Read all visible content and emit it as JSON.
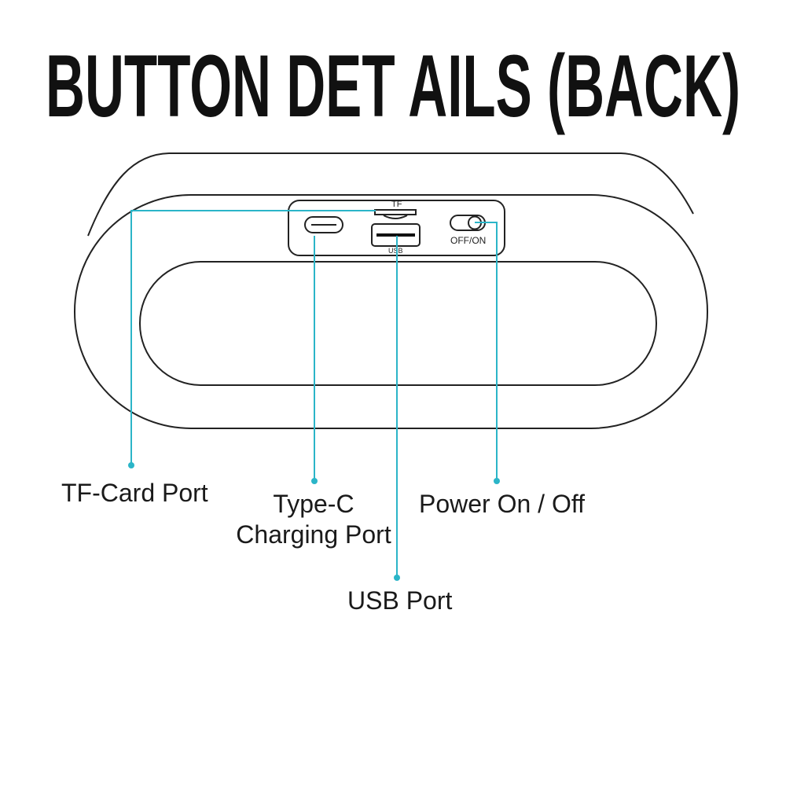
{
  "title": "BUTTON DET AILS (BACK)",
  "panel": {
    "tf_marking": "TF",
    "usb_marking": "USB",
    "switch_marking": "OFF/ON"
  },
  "callouts": {
    "tf_card": "TF-Card Port",
    "type_c_line1": "Type-C",
    "type_c_line2": "Charging Port",
    "usb": "USB Port",
    "power": "Power On / Off"
  },
  "colors": {
    "leader": "#2bb5c8",
    "outline": "#222222"
  }
}
